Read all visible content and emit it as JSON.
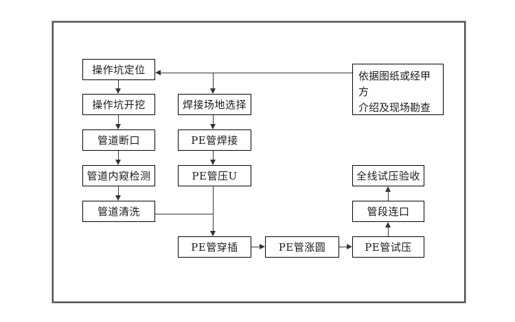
{
  "frame": {
    "inner_border_color": "#4f4f4f",
    "outer_border_color": "#b0b0b0",
    "background": "#ffffff"
  },
  "diagram": {
    "type": "flowchart",
    "colors": {
      "line": "#333333",
      "node_border": "#000000",
      "node_background": "#ffffff",
      "text": "#1a1a1a"
    },
    "nodes": {
      "pit_locate": {
        "label": "操作坑定位"
      },
      "pit_excavate": {
        "label": "操作坑开挖"
      },
      "pipe_break": {
        "label": "管道断口"
      },
      "pipe_inspect": {
        "label": "管道内窥检测"
      },
      "pipe_clean": {
        "label": "管道清洗"
      },
      "weld_site": {
        "label": "焊接场地选择"
      },
      "pe_weld": {
        "label": "PE管焊接"
      },
      "pe_press_u": {
        "label": "PE管压U"
      },
      "pe_insert": {
        "label": "PE管穿插"
      },
      "pe_round": {
        "label": "PE管涨圆"
      },
      "pe_pressure_test": {
        "label": "PE管试压"
      },
      "segment_connect": {
        "label": "管段连口"
      },
      "full_line_accept": {
        "label": "全线试压验收"
      },
      "survey": {
        "label": "依据图纸或经甲方介绍及现场勘查",
        "lines": [
          "依据图纸或经甲方",
          "介绍及现场勘查"
        ]
      }
    },
    "edges": [
      {
        "from": "survey",
        "to": "pit_locate",
        "direction": "left"
      },
      {
        "from": "survey",
        "to": "weld_site",
        "direction": "down",
        "via": "branch-off-feedback-line"
      },
      {
        "from": "pit_locate",
        "to": "pit_excavate",
        "direction": "down"
      },
      {
        "from": "pit_excavate",
        "to": "pipe_break",
        "direction": "down"
      },
      {
        "from": "pipe_break",
        "to": "pipe_inspect",
        "direction": "down"
      },
      {
        "from": "pipe_inspect",
        "to": "pipe_clean",
        "direction": "down"
      },
      {
        "from": "pipe_clean",
        "to": "pe_insert",
        "direction": "right-join"
      },
      {
        "from": "weld_site",
        "to": "pe_weld",
        "direction": "down"
      },
      {
        "from": "pe_weld",
        "to": "pe_press_u",
        "direction": "down"
      },
      {
        "from": "pe_press_u",
        "to": "pe_insert",
        "direction": "down"
      },
      {
        "from": "pe_insert",
        "to": "pe_round",
        "direction": "right"
      },
      {
        "from": "pe_round",
        "to": "pe_pressure_test",
        "direction": "right"
      },
      {
        "from": "pe_pressure_test",
        "to": "segment_connect",
        "direction": "up"
      },
      {
        "from": "segment_connect",
        "to": "full_line_accept",
        "direction": "up"
      }
    ]
  }
}
